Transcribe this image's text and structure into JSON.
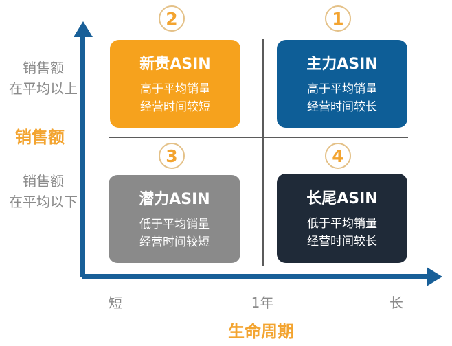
{
  "colors": {
    "axis_blue": "#185F98",
    "divider_gray": "#5b5b5b",
    "label_gray": "#8B8B8B",
    "accent_orange": "#F3A430",
    "quadrant_orange": "#F6A21D",
    "quadrant_blue": "#0E5E97",
    "quadrant_gray": "#8A8A8A",
    "quadrant_dark_navy": "#1F2A38"
  },
  "y_axis": {
    "title": "销售额",
    "upper_label_line1": "销售额",
    "upper_label_line2": "在平均以上",
    "lower_label_line1": "销售额",
    "lower_label_line2": "在平均以下"
  },
  "x_axis": {
    "title": "生命周期",
    "tick_short": "短",
    "tick_middle": "1年",
    "tick_long": "长"
  },
  "quadrants": {
    "q1": {
      "number": "1",
      "title": "主力ASIN",
      "line1": "高于平均销量",
      "line2": "经营时间较长",
      "color": "#0E5E97"
    },
    "q2": {
      "number": "2",
      "title": "新贵ASIN",
      "line1": "高于平均销量",
      "line2": "经营时间较短",
      "color": "#F6A21D"
    },
    "q3": {
      "number": "3",
      "title": "潜力ASIN",
      "line1": "低于平均销量",
      "line2": "经营时间较短",
      "color": "#8A8A8A"
    },
    "q4": {
      "number": "4",
      "title": "长尾ASIN",
      "line1": "低于平均销量",
      "line2": "经营时间较长",
      "color": "#1F2A38"
    }
  }
}
